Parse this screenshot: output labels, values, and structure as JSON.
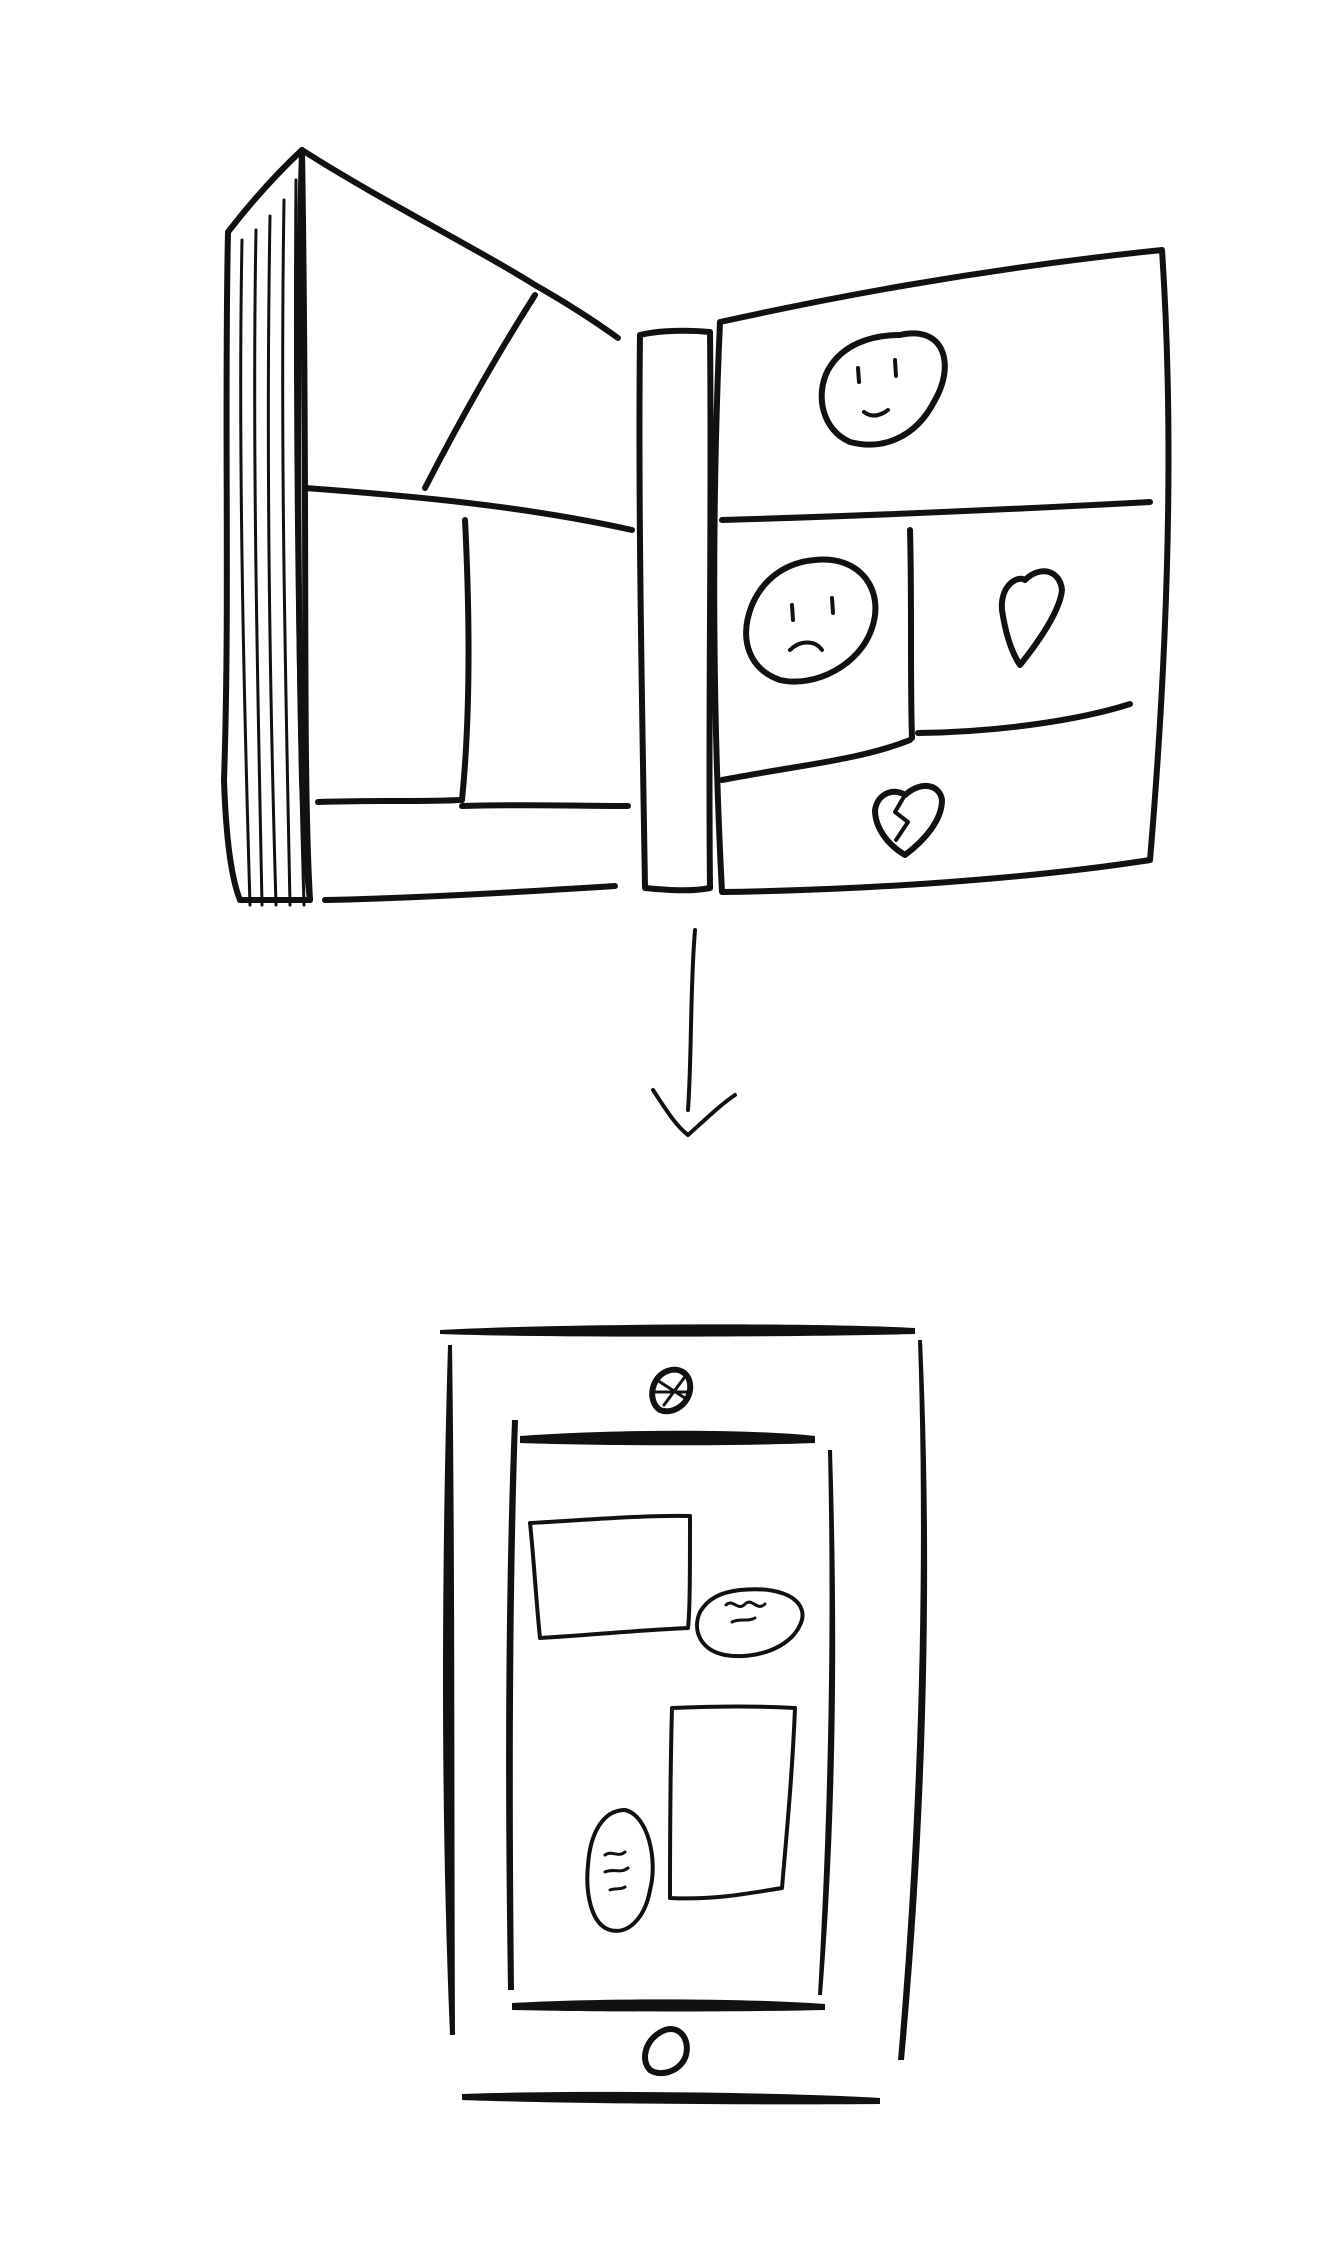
{
  "colors": {
    "ink": "#111111",
    "background": "#ffffff"
  },
  "diagram": {
    "top_figure": "open-comic-book",
    "connector": "down-arrow",
    "bottom_figure": "smartphone-with-comic-panels",
    "book_icons": [
      "neutral-face-icon",
      "sad-face-icon",
      "heart-icon",
      "broken-heart-icon"
    ],
    "phone_icons": [
      "camera-icon",
      "home-button-icon"
    ],
    "phone_elements": [
      "panel",
      "speech-bubble",
      "panel",
      "speech-bubble"
    ]
  }
}
